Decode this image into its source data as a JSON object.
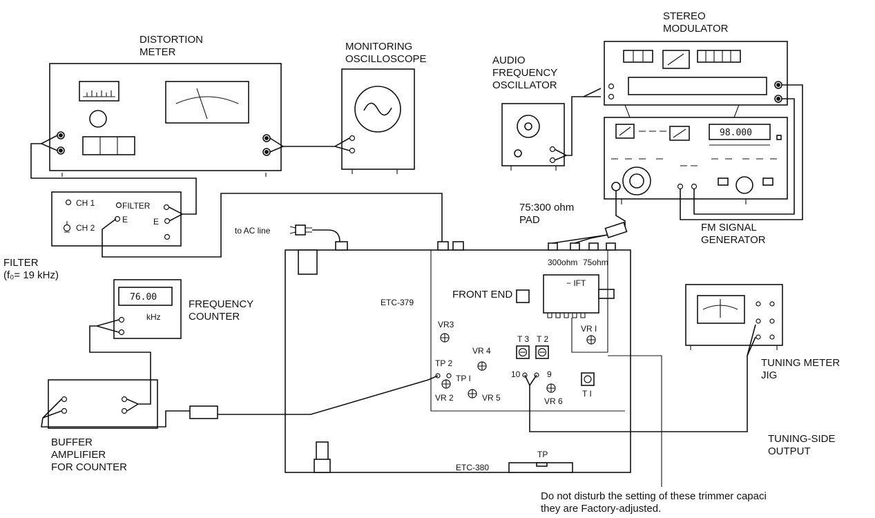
{
  "equipment": {
    "distortion_meter": [
      "DISTORTION",
      "METER"
    ],
    "monitoring_oscilloscope": [
      "MONITORING",
      "OSCILLOSCOPE"
    ],
    "audio_oscillator": [
      "AUDIO",
      "FREQUENCY",
      "OSCILLATOR"
    ],
    "stereo_modulator": [
      "STEREO",
      "MODULATOR"
    ],
    "fm_signal_generator": [
      "FM SIGNAL",
      "GENERATOR"
    ],
    "filter": [
      "FILTER",
      "(f₀= 19 kHz)"
    ],
    "frequency_counter": [
      "FREQUENCY",
      "COUNTER"
    ],
    "buffer_amplifier": [
      "BUFFER",
      "AMPLIFIER",
      "FOR COUNTER"
    ],
    "tuning_meter": [
      "TUNING METER",
      "JIG"
    ],
    "pad": [
      "75:300 ohm",
      "PAD"
    ],
    "tuning_output": [
      "TUNING-SIDE",
      "OUTPUT"
    ]
  },
  "panel": {
    "filter_ch1": "CH 1",
    "filter_ch2": "CH 2",
    "filter_filter_left": "FILTER",
    "filter_e_left": "E",
    "filter_e_right": "E",
    "counter_value": "76.00",
    "counter_unit": "kHz",
    "generator_freq": "98.000"
  },
  "board": {
    "ac_line": "to AC line",
    "ohm300": "300ohm",
    "ohm75": "75ohm",
    "etc379": "ETC-379",
    "etc380": "ETC-380",
    "front_end": "FRONT END",
    "ift": "− IFT",
    "vr3": "VR3",
    "vr4": "VR 4",
    "vr1": "VR I",
    "vr2": "VR 2",
    "vr5": "VR 5",
    "vr6": "VR 6",
    "tp2": "TP 2",
    "tp1": "TP I",
    "t3": "T 3",
    "t2": "T 2",
    "t1": "T I",
    "pin10": "10",
    "pin9": "9",
    "tp_bottom": "TP"
  },
  "note": [
    "Do not disturb the setting of these trimmer capaci",
    "they are Factory-adjusted."
  ]
}
